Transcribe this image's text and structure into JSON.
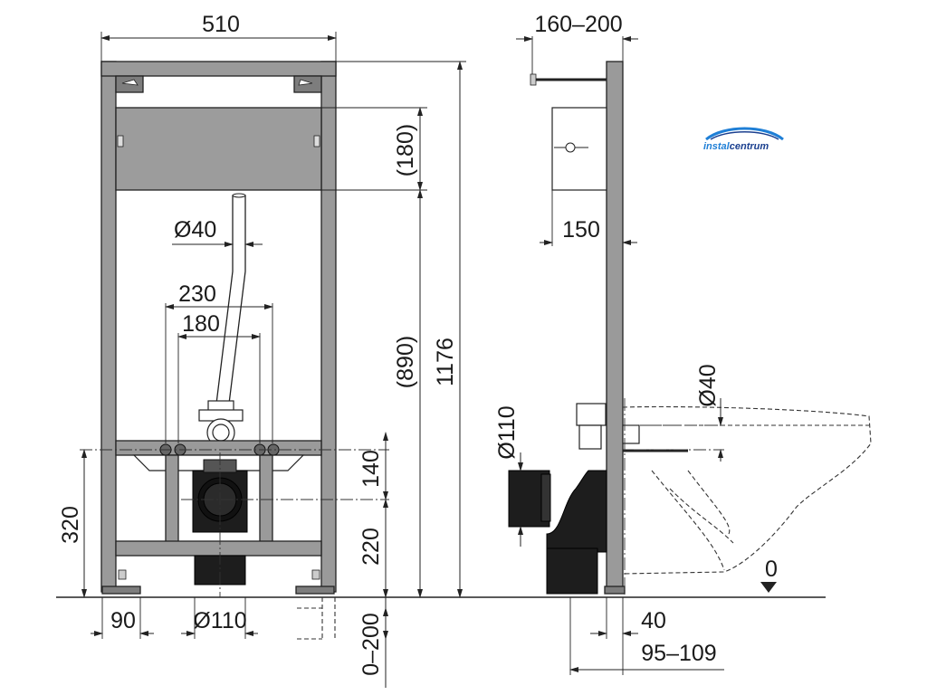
{
  "logo": {
    "text_a": "instal",
    "text_b": "centrum",
    "color_a": "#1f7fd6",
    "color_b": "#1a3f8f"
  },
  "front_view": {
    "width_total": "510",
    "pipe_diameter_top": "Ø40",
    "fixing_spacing_outer": "230",
    "fixing_spacing_inner": "180",
    "panel_height": "(180)",
    "inner_height": "(890)",
    "total_height": "1176",
    "drain_height": "320",
    "stud_spacing": "140",
    "drain_axis_height": "220",
    "foot_width": "90",
    "drain_diameter": "Ø110",
    "foot_adjust": "0–200"
  },
  "side_view": {
    "depth_top": "160–200",
    "cistern_depth": "150",
    "pipe_diameter_upper": "Ø40",
    "drain_diameter": "Ø110",
    "floor_level": "0",
    "frame_offset": "40",
    "depth_range": "95–109"
  },
  "colors": {
    "frame": "#9a9a9a",
    "pipe": "#1d1d1d",
    "line": "#222222"
  }
}
